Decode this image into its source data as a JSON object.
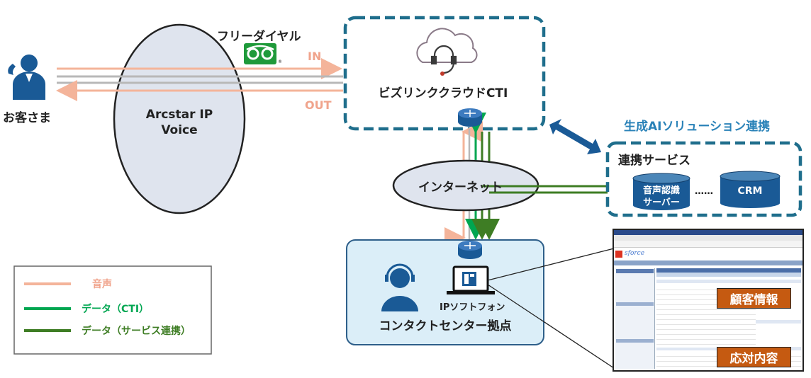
{
  "customer": {
    "label": "お客さま"
  },
  "freedial": {
    "label": "フリーダイヤル"
  },
  "arcstar": {
    "line1": "Arcstar IP",
    "line2": "Voice"
  },
  "flow": {
    "in": "IN",
    "out": "OUT"
  },
  "cloud_cti": {
    "label": "ビズリンククラウドCTI"
  },
  "genai": {
    "label": "生成AIソリューション連携"
  },
  "link_service": {
    "title": "連携サービス",
    "voice_server_line1": "音声認識",
    "voice_server_line2": "サーバー",
    "dots": "……",
    "crm": "CRM"
  },
  "internet": {
    "label": "インターネット"
  },
  "contact_center": {
    "ip_phone": "IPソフトフォン",
    "label": "コンタクトセンター拠点"
  },
  "legend": {
    "voice": "音声",
    "data_cti": "データ（CTI）",
    "data_service": "データ（サービス連携）"
  },
  "crm_screen": {
    "customer_info": "顧客情報",
    "response": "応対内容"
  },
  "colors": {
    "voice": "#f4b49a",
    "cti": "#00a651",
    "service": "#3e7d24",
    "navy": "#1a5a96",
    "dashed": "#1f6e8c",
    "orange_badge": "#c55a11"
  }
}
